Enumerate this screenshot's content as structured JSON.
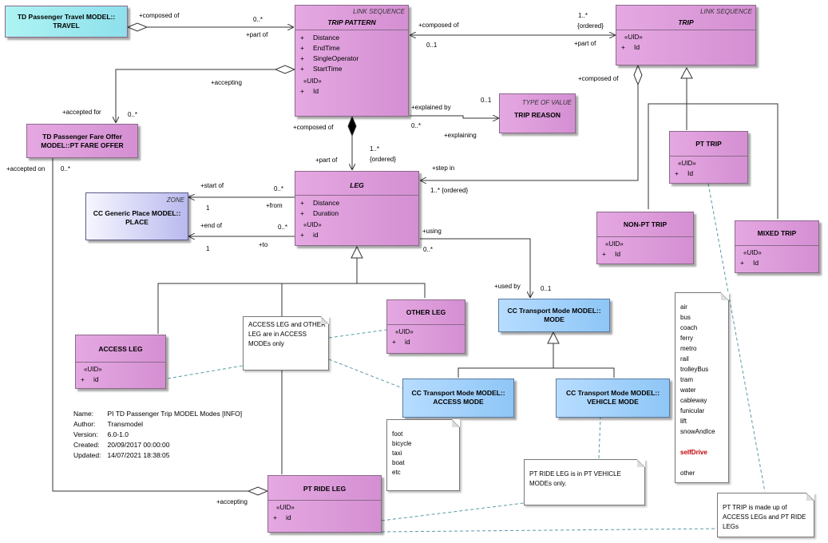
{
  "classes": {
    "travel": {
      "title_lines": [
        "TD Passenger Travel MODEL::",
        "TRAVEL"
      ]
    },
    "trip_pattern": {
      "stereotype": "LINK SEQUENCE",
      "title": "TRIP PATTERN",
      "attributes": [
        "Distance",
        "EndTime",
        "SingleOperator",
        "StartTime"
      ],
      "uid_stereo": "«UID»",
      "uid_attr": "Id"
    },
    "trip": {
      "stereotype": "LINK SEQUENCE",
      "title": "TRIP",
      "uid_stereo": "«UID»",
      "uid_attr": "Id"
    },
    "fare_offer": {
      "title_lines": [
        "TD Passenger Fare Offer",
        "MODEL::PT FARE OFFER"
      ]
    },
    "trip_reason": {
      "stereotype": "TYPE OF VALUE",
      "title": "TRIP REASON"
    },
    "pt_trip": {
      "title": "PT TRIP",
      "uid_stereo": "«UID»",
      "uid_attr": "Id"
    },
    "leg": {
      "title": "LEG",
      "attributes": [
        "Distance",
        "Duration"
      ],
      "uid_stereo": "«UID»",
      "uid_attr": "id"
    },
    "place": {
      "stereotype": "ZONE",
      "title_lines": [
        "CC Generic Place MODEL::",
        "PLACE"
      ]
    },
    "non_pt_trip": {
      "title": "NON-PT TRIP",
      "uid_stereo": "«UID»",
      "uid_attr": "Id"
    },
    "mixed_trip": {
      "title": "MIXED TRIP",
      "uid_stereo": "«UID»",
      "uid_attr": "Id"
    },
    "other_leg": {
      "title": "OTHER LEG",
      "uid_stereo": "«UID»",
      "uid_attr": "id"
    },
    "access_leg": {
      "title": "ACCESS LEG",
      "uid_stereo": "«UID»",
      "uid_attr": "id"
    },
    "transport_mode": {
      "title_lines": [
        "CC Transport Mode MODEL::",
        "MODE"
      ]
    },
    "access_mode": {
      "title_lines": [
        "CC Transport Mode MODEL::",
        "ACCESS MODE"
      ]
    },
    "vehicle_mode": {
      "title_lines": [
        "CC Transport Mode MODEL::",
        "VEHICLE MODE"
      ]
    },
    "pt_ride_leg": {
      "title": "PT RIDE LEG",
      "uid_stereo": "«UID»",
      "uid_attr": "id"
    }
  },
  "visibility_marker": "+",
  "labels": {
    "composed_of_1": "+composed of",
    "mult_0n_1": "0..*",
    "part_of_1": "+part of",
    "composed_of_2": "+composed of",
    "mult_1n_ordered": "1..*",
    "ordered_1": "{ordered}",
    "mult_01_1": "0..1",
    "part_of_2": "+part of",
    "accepting_1": "+accepting",
    "accepted_for": "+accepted for",
    "mult_0n_2": "0..*",
    "composed_of_3": "+composed of",
    "explained_by": "+explained by",
    "mult_01_2": "0..1",
    "mult_0n_3": "0..*",
    "explaining": "+explaining",
    "composed_of_4": "+composed of",
    "part_of_3": "+part of",
    "mult_1n_2": "1..*",
    "ordered_2": "{ordered}",
    "step_in": "+step in",
    "mult_1n_ordered_3": "1..* {ordered}",
    "accepted_on": "+accepted on",
    "mult_0n_4": "0..*",
    "start_of": "+start of",
    "mult_0n_5": "0..*",
    "from": "+from",
    "one_1": "1",
    "end_of": "+end of",
    "mult_0n_6": "0..*",
    "one_2": "1",
    "to": "+to",
    "using": "+using",
    "mult_0n_7": "0..*",
    "used_by": "+used by",
    "mult_01_3": "0..1",
    "accepting_2": "+accepting"
  },
  "notes": {
    "legs_note": [
      "ACCESS LEG and OTHER",
      "LEG are in ACCESS",
      "MODEs only"
    ],
    "access_modes": [
      "foot",
      "bicycle",
      "taxi",
      "boat",
      "etc"
    ],
    "vehicle_modes": [
      "air",
      "bus",
      "coach",
      "ferry",
      "metro",
      "rail",
      "trolleyBus",
      "tram",
      "water",
      "cableway",
      "funicular",
      "lift",
      "snowAndIce",
      "",
      "selfDrive",
      "",
      "other"
    ],
    "highlight_mode": "selfDrive",
    "pt_ride_note": [
      "PT RIDE LEG is in  PT  VEHICLE",
      "MODEs only."
    ],
    "pt_trip_note": [
      "PT TRIP is made up of",
      "ACCESS LEGs and PT RIDE",
      "LEGs"
    ]
  },
  "info": [
    {
      "key": "Name:",
      "value": "PI TD Passenger Trip MODEL Modes [INFO]"
    },
    {
      "key": "Author:",
      "value": "Transmodel"
    },
    {
      "key": "Version:",
      "value": "6.0-1.0"
    },
    {
      "key": "Created:",
      "value": "20/09/2017 00:00:00"
    },
    {
      "key": "Updated:",
      "value": "14/07/2021 18:38:05"
    }
  ]
}
